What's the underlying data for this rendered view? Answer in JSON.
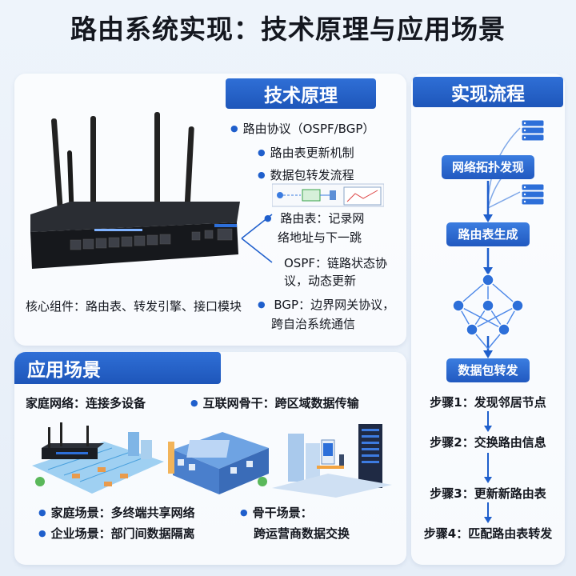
{
  "title": "路由系统实现：技术原理与应用场景",
  "colors": {
    "accent": "#1f5fcc",
    "header_bg": "#2f6fd6",
    "text": "#14171f"
  },
  "tech": {
    "header": "技术原理",
    "items": [
      "路由协议（OSPF/BGP）",
      "路由表更新机制",
      "数据包转发流程"
    ],
    "routing_table_lines": [
      "路由表：记录网",
      "络地址与下一跳"
    ],
    "ospf_lines": [
      "OSPF：链路状态协",
      "议，动态更新"
    ],
    "bgp_lines": [
      "BGP：边界网关协议，",
      "跨自治系统通信"
    ],
    "core": "核心组件：路由表、转发引擎、接口模块",
    "router_icon": "wireless-router-photo"
  },
  "flow": {
    "header": "实现流程",
    "nodes": [
      "网络拓扑发现",
      "路由表生成",
      "数据包转发"
    ],
    "steps": [
      "步骤1：发现邻居节点",
      "步骤2：交换路由信息",
      "步骤3：更新新路由表",
      "步骤4：匹配路由表转发"
    ],
    "icons": [
      "server-stack-icon",
      "neural-network-icon"
    ]
  },
  "apps": {
    "header": "应用场景",
    "home_title": "家庭网络：连接多设备",
    "backbone_title": "互联网骨干：跨区域数据传输",
    "home_items": [
      "家庭场景：多终端共享网络",
      "企业场景：部门间数据隔离"
    ],
    "backbone_items": [
      "骨干场景：",
      "跨运营商数据交换"
    ],
    "illustrations": [
      "home-network-illustration",
      "building-illustration",
      "datacenter-illustration"
    ]
  }
}
